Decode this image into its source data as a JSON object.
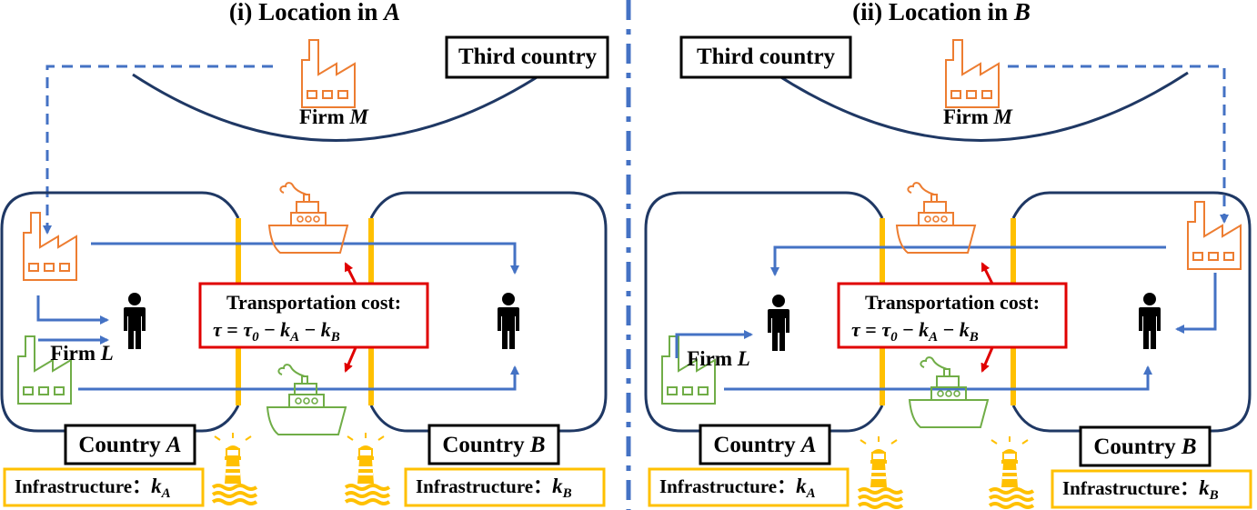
{
  "panels": [
    {
      "title_prefix": "(i) Location in ",
      "title_var": "A",
      "third_country": "Third country",
      "firm_m_prefix": "Firm ",
      "firm_m_var": "M",
      "firm_l_prefix": "Firm ",
      "firm_l_var": "L",
      "country_a_prefix": "Country ",
      "country_a_var": "A",
      "country_b_prefix": "Country ",
      "country_b_var": "B",
      "cost_label": "Transportation cost:",
      "cost_formula": "τ = τ₀ − k_A − k_B",
      "cost_tau": "τ",
      "cost_eq": " = ",
      "cost_tau0": "τ",
      "cost_sub0": "0",
      "cost_minus": " − ",
      "cost_k": "k",
      "cost_subA": "A",
      "cost_subB": "B",
      "infra_a_label": "Infrastructure：",
      "infra_b_label": "Infrastructure：",
      "k": "k",
      "subA": "A",
      "subB": "B"
    },
    {
      "title_prefix": "(ii) Location in ",
      "title_var": "B",
      "third_country": "Third country",
      "firm_m_prefix": "Firm ",
      "firm_m_var": "M",
      "firm_l_prefix": "Firm ",
      "firm_l_var": "L",
      "country_a_prefix": "Country ",
      "country_a_var": "A",
      "country_b_prefix": "Country ",
      "country_b_var": "B",
      "cost_label": "Transportation cost:",
      "cost_formula": "τ = τ₀ − k_A − k_B",
      "cost_tau": "τ",
      "cost_eq": " = ",
      "cost_tau0": "τ",
      "cost_sub0": "0",
      "cost_minus": " − ",
      "cost_k": "k",
      "cost_subA": "A",
      "cost_subB": "B",
      "infra_a_label": "Infrastructure：",
      "infra_b_label": "Infrastructure：",
      "k": "k",
      "subA": "A",
      "subB": "B"
    }
  ],
  "colors": {
    "blue": "#4472C4",
    "orange": "#ED7D31",
    "green": "#70AD47",
    "yellow": "#FFC000",
    "red": "#E00000",
    "black": "#000000"
  },
  "icons": [
    "factory-icon",
    "ship-icon",
    "person-icon",
    "lighthouse-icon",
    "arrow-icon"
  ]
}
